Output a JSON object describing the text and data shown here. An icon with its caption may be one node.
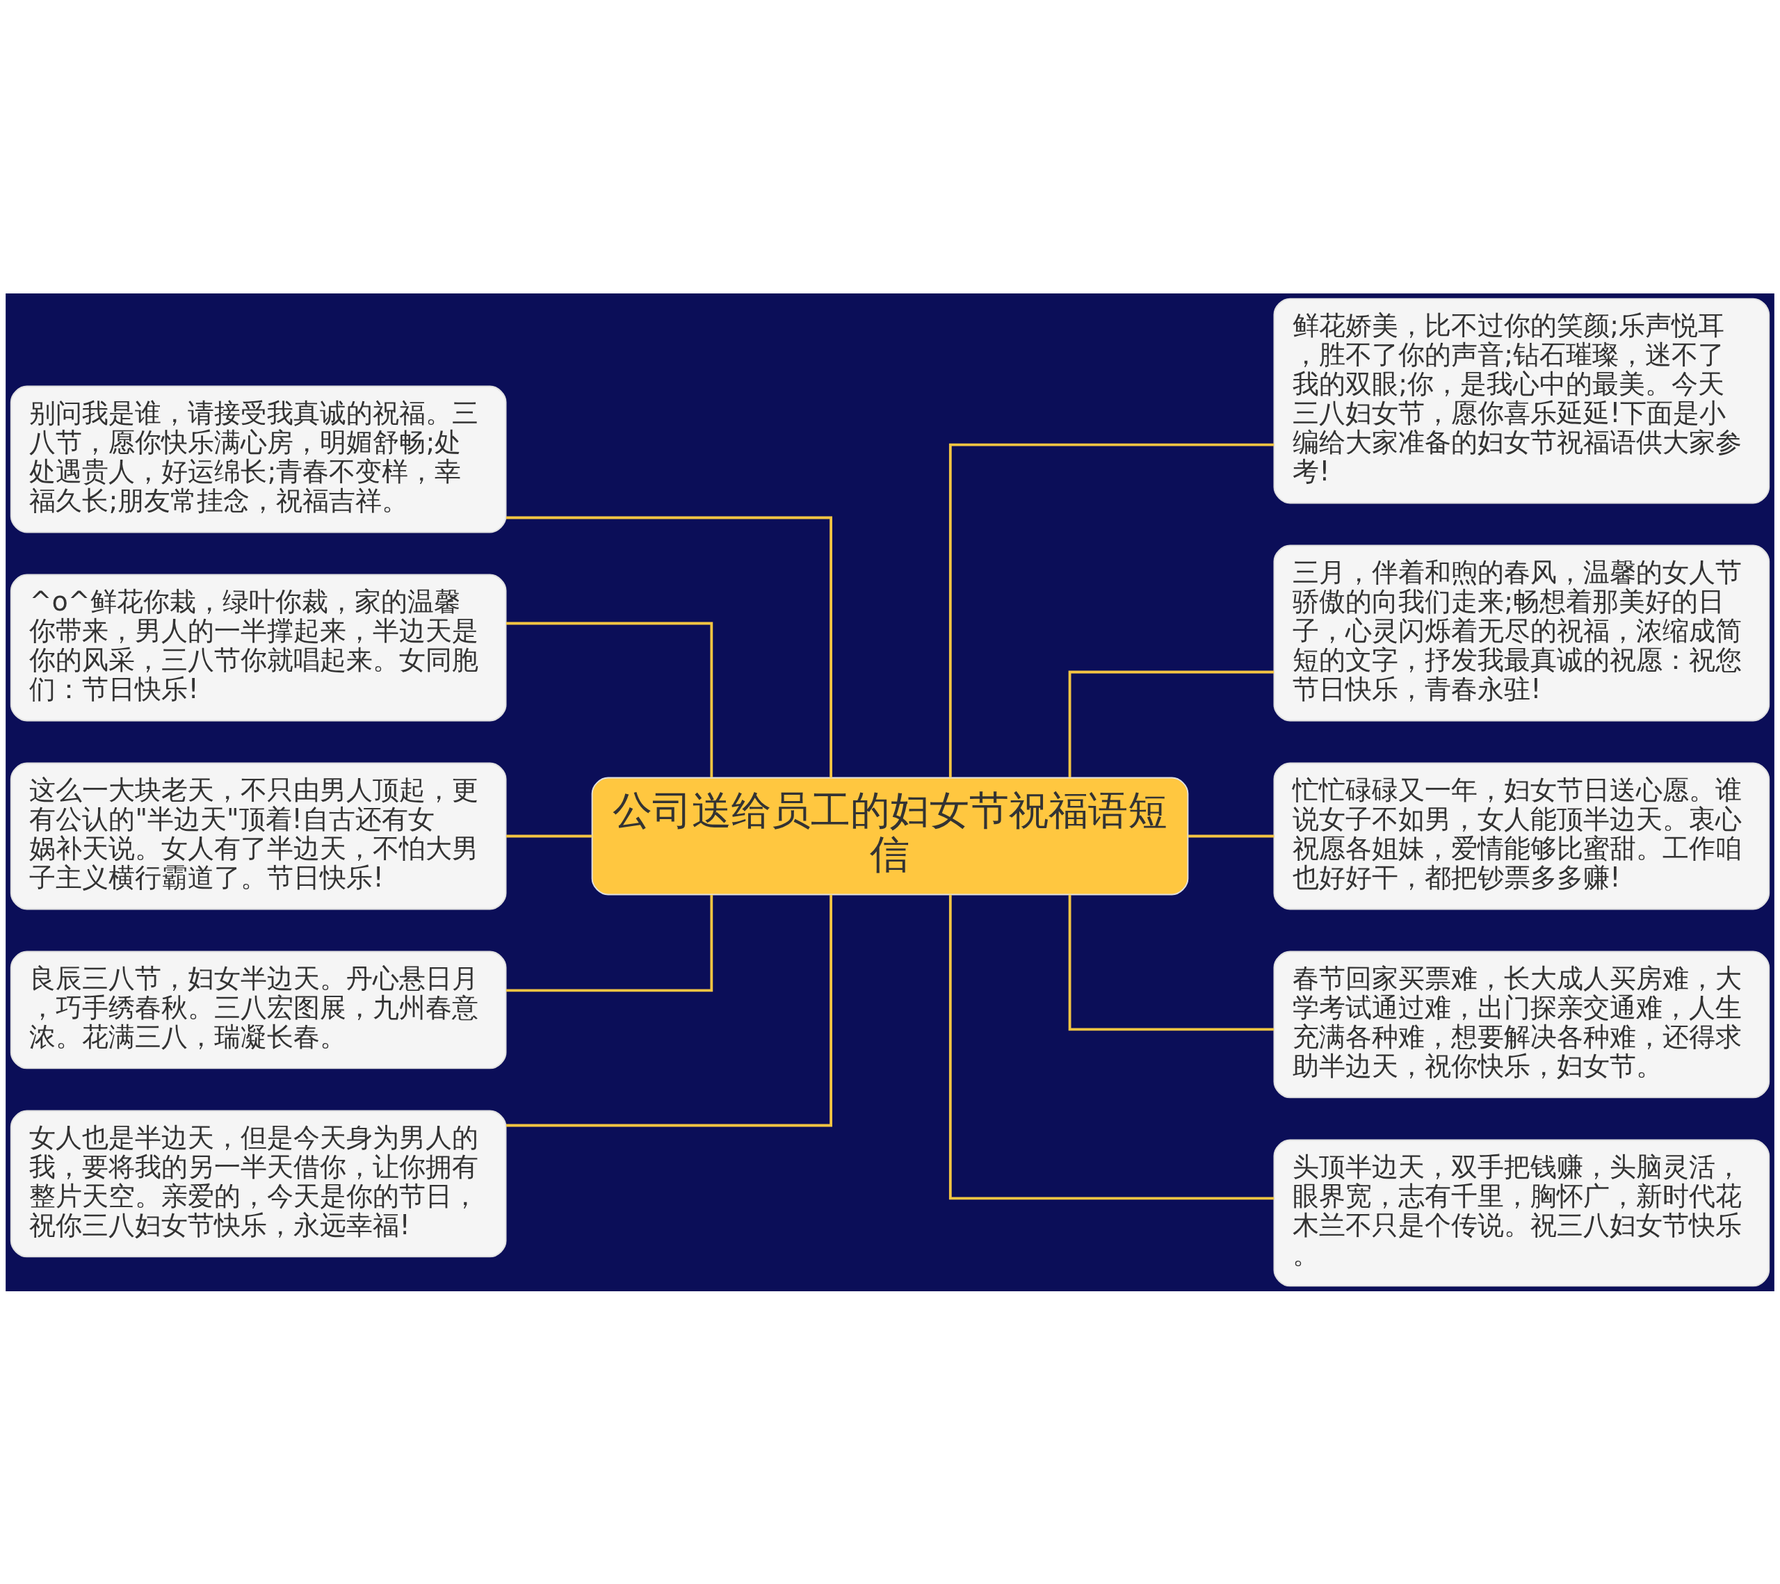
{
  "diagram": {
    "nodes": [
      {
        "text": [
          "公司送给员工的妇女节祝福语短信"
        ]
      },
      {
        "text": [
          "别问我是谁，请接受我真诚的祝福。三八节，愿你快乐满心房，明媚舒畅;处处遇贵人，好运绵长;青春不变样，幸福久长;朋友常挂念，祝福吉祥。"
        ]
      },
      {
        "text": [
          "^o^鲜花你栽，绿叶你裁，家的温馨你带来，男人的一半撑起来，半边天是你的风采，三八节你就唱起来。女同胞们：节日快乐!"
        ]
      },
      {
        "text": [
          "这么一大块老天，不只由男人顶起，更有公认的\"半边天\"顶着!自古还有女娲补天说。女人有了半边天，不怕大男子主义横行霸道了。节日快乐!"
        ]
      },
      {
        "text": [
          "良辰三八节，妇女半边天。丹心悬日月，巧手绣春秋。三八宏图展，九州春意浓。花满三八，瑞凝长春。"
        ]
      },
      {
        "text": [
          "女人也是半边天，但是今天身为男人的我，要将我的另一半天借你，让你拥有整片天空。亲爱的，今天是你的节日，祝你三八妇女节快乐，永远幸福!"
        ]
      },
      {
        "text": [
          "鲜花娇美，比不过你的笑颜;乐声悦耳，胜不了你的声音;钻石璀璨，迷不了我的双眼;你，是我心中的最美。今天三八妇女节，愿你喜乐延延!下面是小编给大家准备的妇女节祝福语供大家参考!"
        ]
      },
      {
        "text": [
          "三月，伴着和煦的春风，温馨的女人节骄傲的向我们走来;畅想着那美好的日子，心灵闪烁着无尽的祝福，浓缩成简短的文字，抒发我最真诚的祝愿：祝您节日快乐，青春永驻!"
        ]
      },
      {
        "text": [
          "忙忙碌碌又一年，妇女节日送心愿。谁说女子不如男，女人能顶半边天。衷心祝愿各姐妹，爱情能够比蜜甜。工作咱也好好干，都把钞票多多赚!"
        ]
      },
      {
        "text": [
          "春节回家买票难，长大成人买房难，大学考试通过难，出门探亲交通难，人生充满各种难，想要解决各种难，还得求助半边天，祝你快乐，妇女节。"
        ]
      },
      {
        "text": [
          "头顶半边天，双手把钱赚，头脑灵活，眼界宽，志有千里，胸怀广，新时代花木兰不只是个传说。祝三八妇女节快乐。"
        ]
      }
    ],
    "edges": [
      {
        "from": 1,
        "to": 0,
        "arrow": "none"
      },
      {
        "from": 2,
        "to": 0,
        "arrow": "none"
      },
      {
        "from": 3,
        "to": 0,
        "arrow": "none"
      },
      {
        "from": 4,
        "to": 0,
        "arrow": "none"
      },
      {
        "from": 5,
        "to": 0,
        "arrow": "none"
      },
      {
        "from": 0,
        "to": 6,
        "arrow": "none"
      },
      {
        "from": 0,
        "to": 7,
        "arrow": "none"
      },
      {
        "from": 0,
        "to": 8,
        "arrow": "none"
      },
      {
        "from": 0,
        "to": 9,
        "arrow": "none"
      },
      {
        "from": 0,
        "to": 10,
        "arrow": "none"
      }
    ]
  }
}
